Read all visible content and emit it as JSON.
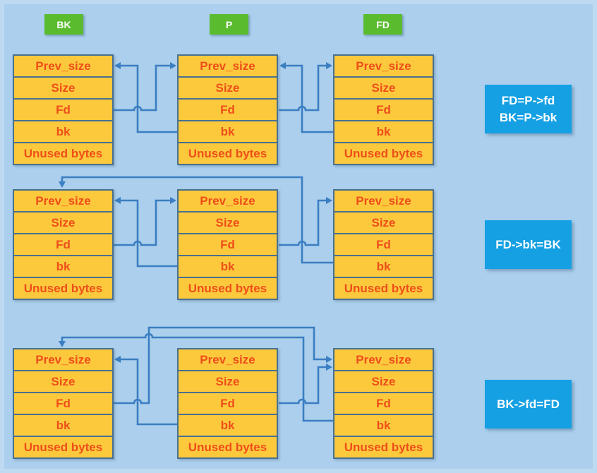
{
  "colors": {
    "background": "#abcfec",
    "background_edge": "#bedaf3",
    "chunk_fill": "#fcc93d",
    "chunk_border": "#4a708f",
    "chunk_text": "#ee4e1a",
    "label_green": "#5bbb2f",
    "callout_blue": "#14a0e3",
    "arrow_blue": "#3b7ec2",
    "white": "#ffffff"
  },
  "pointer_labels": {
    "bk": "BK",
    "p": "P",
    "fd": "FD"
  },
  "chunk_fields": {
    "prev_size": "Prev_size",
    "size": "Size",
    "fd": "Fd",
    "bk": "bk",
    "unused": "Unused bytes"
  },
  "callouts": {
    "step1": {
      "line1": "FD=P->fd",
      "line2": "BK=P->bk"
    },
    "step2": {
      "line1": "FD->bk=BK"
    },
    "step3": {
      "line1": "BK->fd=FD"
    }
  }
}
